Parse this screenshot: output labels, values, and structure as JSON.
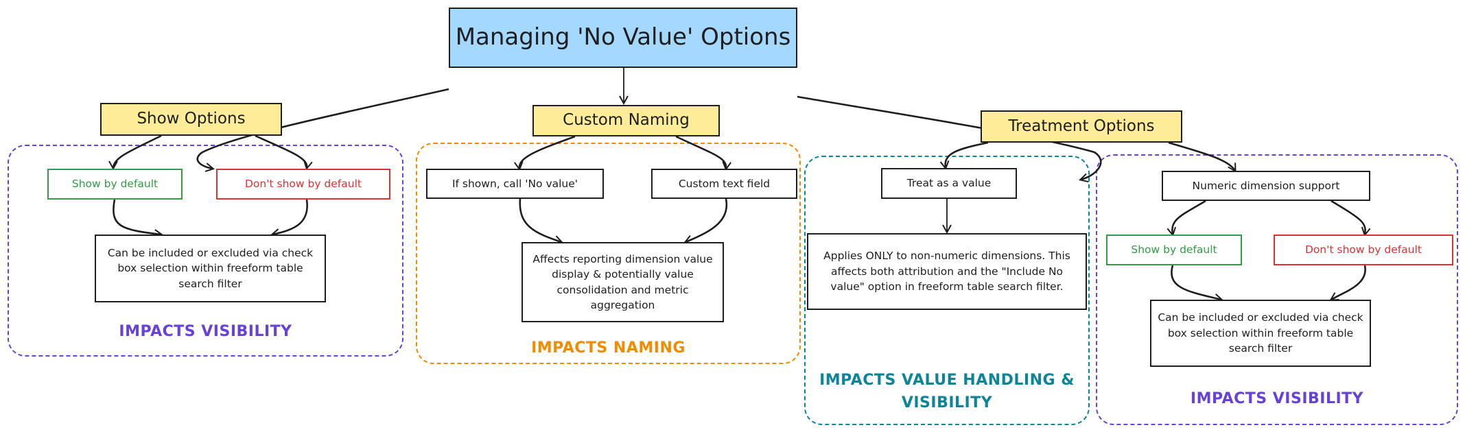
{
  "title": "Managing 'No Value' Options",
  "categories": {
    "show": "Show Options",
    "naming": "Custom Naming",
    "treatment": "Treatment Options"
  },
  "show_group": {
    "show_default": "Show by default",
    "dont_show_default": "Don't show by default",
    "result": "Can be included or excluded via check box selection within freeform table search filter",
    "label": "IMPACTS VISIBILITY"
  },
  "naming_group": {
    "if_shown": "If shown, call 'No value'",
    "custom_text": "Custom text field",
    "result": "Affects reporting dimension value display & potentially value consolidation and metric aggregation",
    "label": "IMPACTS NAMING"
  },
  "treat_group": {
    "treat_value": "Treat as a value",
    "result": "Applies ONLY to non-numeric dimensions. This affects both attribution and the \"Include No value\" option in freeform table search filter.",
    "label": "IMPACTS VALUE HANDLING & VISIBILITY"
  },
  "numeric_group": {
    "numeric_support": "Numeric dimension support",
    "show_default": "Show by default",
    "dont_show_default": "Don't show by default",
    "result": "Can be included or excluded via check box selection within freeform table search filter",
    "label": "IMPACTS VISIBILITY"
  },
  "colors": {
    "title_fill": "#a5d8ff",
    "category_fill": "#ffec99",
    "visibility": "#6741d9",
    "naming": "#f08c00",
    "value_handling": "#0c8599",
    "show": "#2f9e44",
    "dont_show": "#e03131"
  }
}
